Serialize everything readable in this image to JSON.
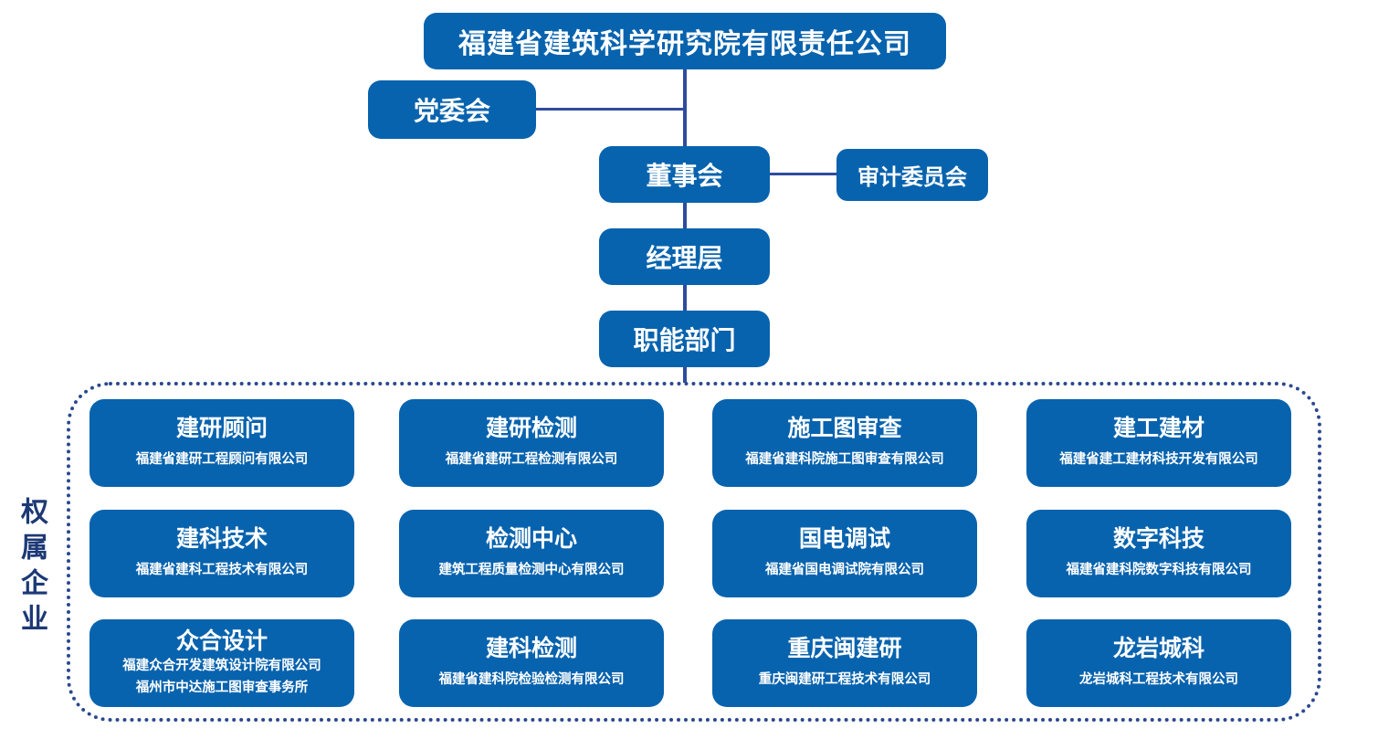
{
  "root": {
    "title": "福建省建筑科学研究院有限责任公司"
  },
  "governance": {
    "party_committee": "党委会",
    "board": "董事会",
    "audit_committee": "审计委员会",
    "management": "经理层",
    "functional_departments": "职能部门"
  },
  "subsidiaries": {
    "group_label": "权属企业",
    "items": [
      {
        "title": "建研顾问",
        "subtitle": "福建省建研工程顾问有限公司"
      },
      {
        "title": "建研检测",
        "subtitle": "福建省建研工程检测有限公司"
      },
      {
        "title": "施工图审查",
        "subtitle": "福建省建科院施工图审查有限公司"
      },
      {
        "title": "建工建材",
        "subtitle": "福建省建工建材科技开发有限公司"
      },
      {
        "title": "建科技术",
        "subtitle": "福建省建科工程技术有限公司"
      },
      {
        "title": "检测中心",
        "subtitle": "建筑工程质量检测中心有限公司"
      },
      {
        "title": "国电调试",
        "subtitle": "福建省国电调试院有限公司"
      },
      {
        "title": "数字科技",
        "subtitle": "福建省建科院数字科技有限公司"
      },
      {
        "title": "众合设计",
        "subtitle": "福建众合开发建筑设计院有限公司",
        "subtitle2": "福州市中达施工图审查事务所"
      },
      {
        "title": "建科检测",
        "subtitle": "福建省建科院检验检测有限公司"
      },
      {
        "title": "重庆闽建研",
        "subtitle": "重庆闽建研工程技术有限公司"
      },
      {
        "title": "龙岩城科",
        "subtitle": "龙岩城科工程技术有限公司"
      }
    ]
  },
  "colors": {
    "box_fill": "#0863AE",
    "connector": "#2E4C9E",
    "border_dotted": "#2B4890",
    "label_text": "#1D3975"
  }
}
